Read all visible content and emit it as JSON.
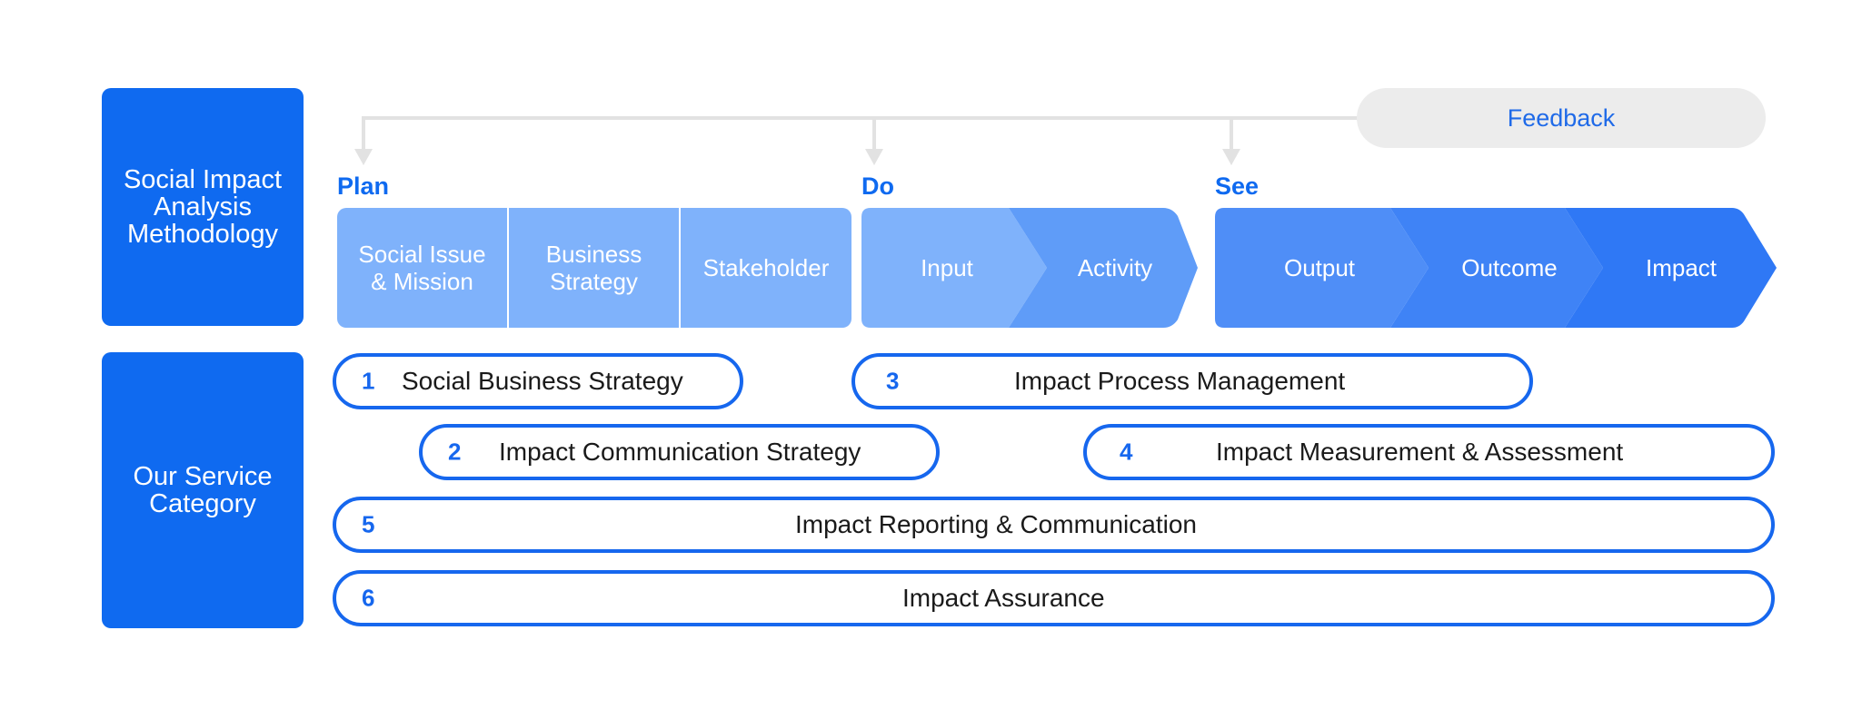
{
  "left_boxes": {
    "methodology": "Social Impact\nAnalysis\nMethodology",
    "service": "Our Service\nCategory"
  },
  "feedback": "Feedback",
  "phases": {
    "plan": {
      "label": "Plan",
      "steps": [
        "Social Issue\n& Mission",
        "Business\nStrategy",
        "Stakeholder"
      ]
    },
    "do": {
      "label": "Do",
      "steps": [
        "Input",
        "Activity"
      ]
    },
    "see": {
      "label": "See",
      "steps": [
        "Output",
        "Outcome",
        "Impact"
      ]
    }
  },
  "services": [
    {
      "num": "1",
      "label": "Social Business Strategy"
    },
    {
      "num": "2",
      "label": "Impact Communication Strategy"
    },
    {
      "num": "3",
      "label": "Impact Process Management"
    },
    {
      "num": "4",
      "label": "Impact Measurement & Assessment"
    },
    {
      "num": "5",
      "label": "Impact Reporting & Communication"
    },
    {
      "num": "6",
      "label": "Impact Assurance"
    }
  ],
  "colors": {
    "primary": "#0f6af0",
    "plan_fill": "#7fb2fb",
    "do_input": "#7fb2fb",
    "do_activity": "#5f9cf8",
    "see_output": "#4f8ef7",
    "see_outcome": "#3f83f6",
    "see_impact": "#2f78f5",
    "feedback_bg": "#ececec",
    "connector": "#e2e2e2"
  }
}
